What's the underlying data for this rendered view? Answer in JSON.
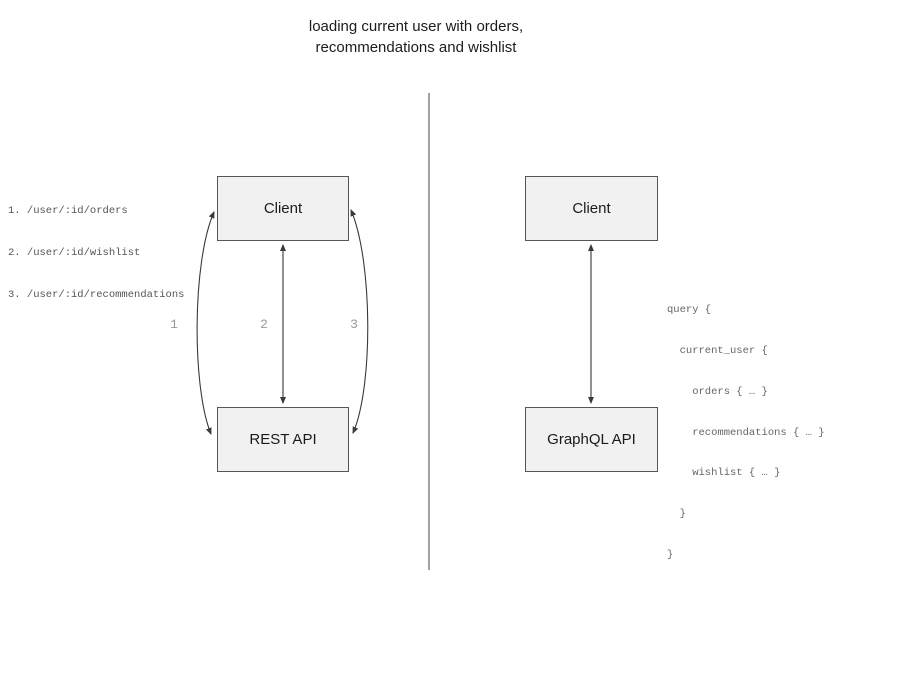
{
  "title": {
    "line1": "loading current user with orders,",
    "line2": "recommendations and wishlist"
  },
  "left": {
    "endpoints": [
      "1. /user/:id/orders",
      "2. /user/:id/wishlist",
      "3. /user/:id/recommendations"
    ],
    "client_box": "Client",
    "api_box": "REST API",
    "arrow_labels": [
      "1",
      "2",
      "3"
    ]
  },
  "right": {
    "client_box": "Client",
    "api_box": "GraphQL API",
    "query_lines": [
      "query {",
      "  current_user {",
      "    orders { … }",
      "    recommendations { … }",
      "    wishlist { … }",
      "  }",
      "}"
    ]
  },
  "colors": {
    "box_fill": "#f1f1f1",
    "box_border": "#565656",
    "arrow": "#3a3a3a",
    "divider": "#707070",
    "label_gray": "#999999",
    "code_gray": "#666666"
  }
}
